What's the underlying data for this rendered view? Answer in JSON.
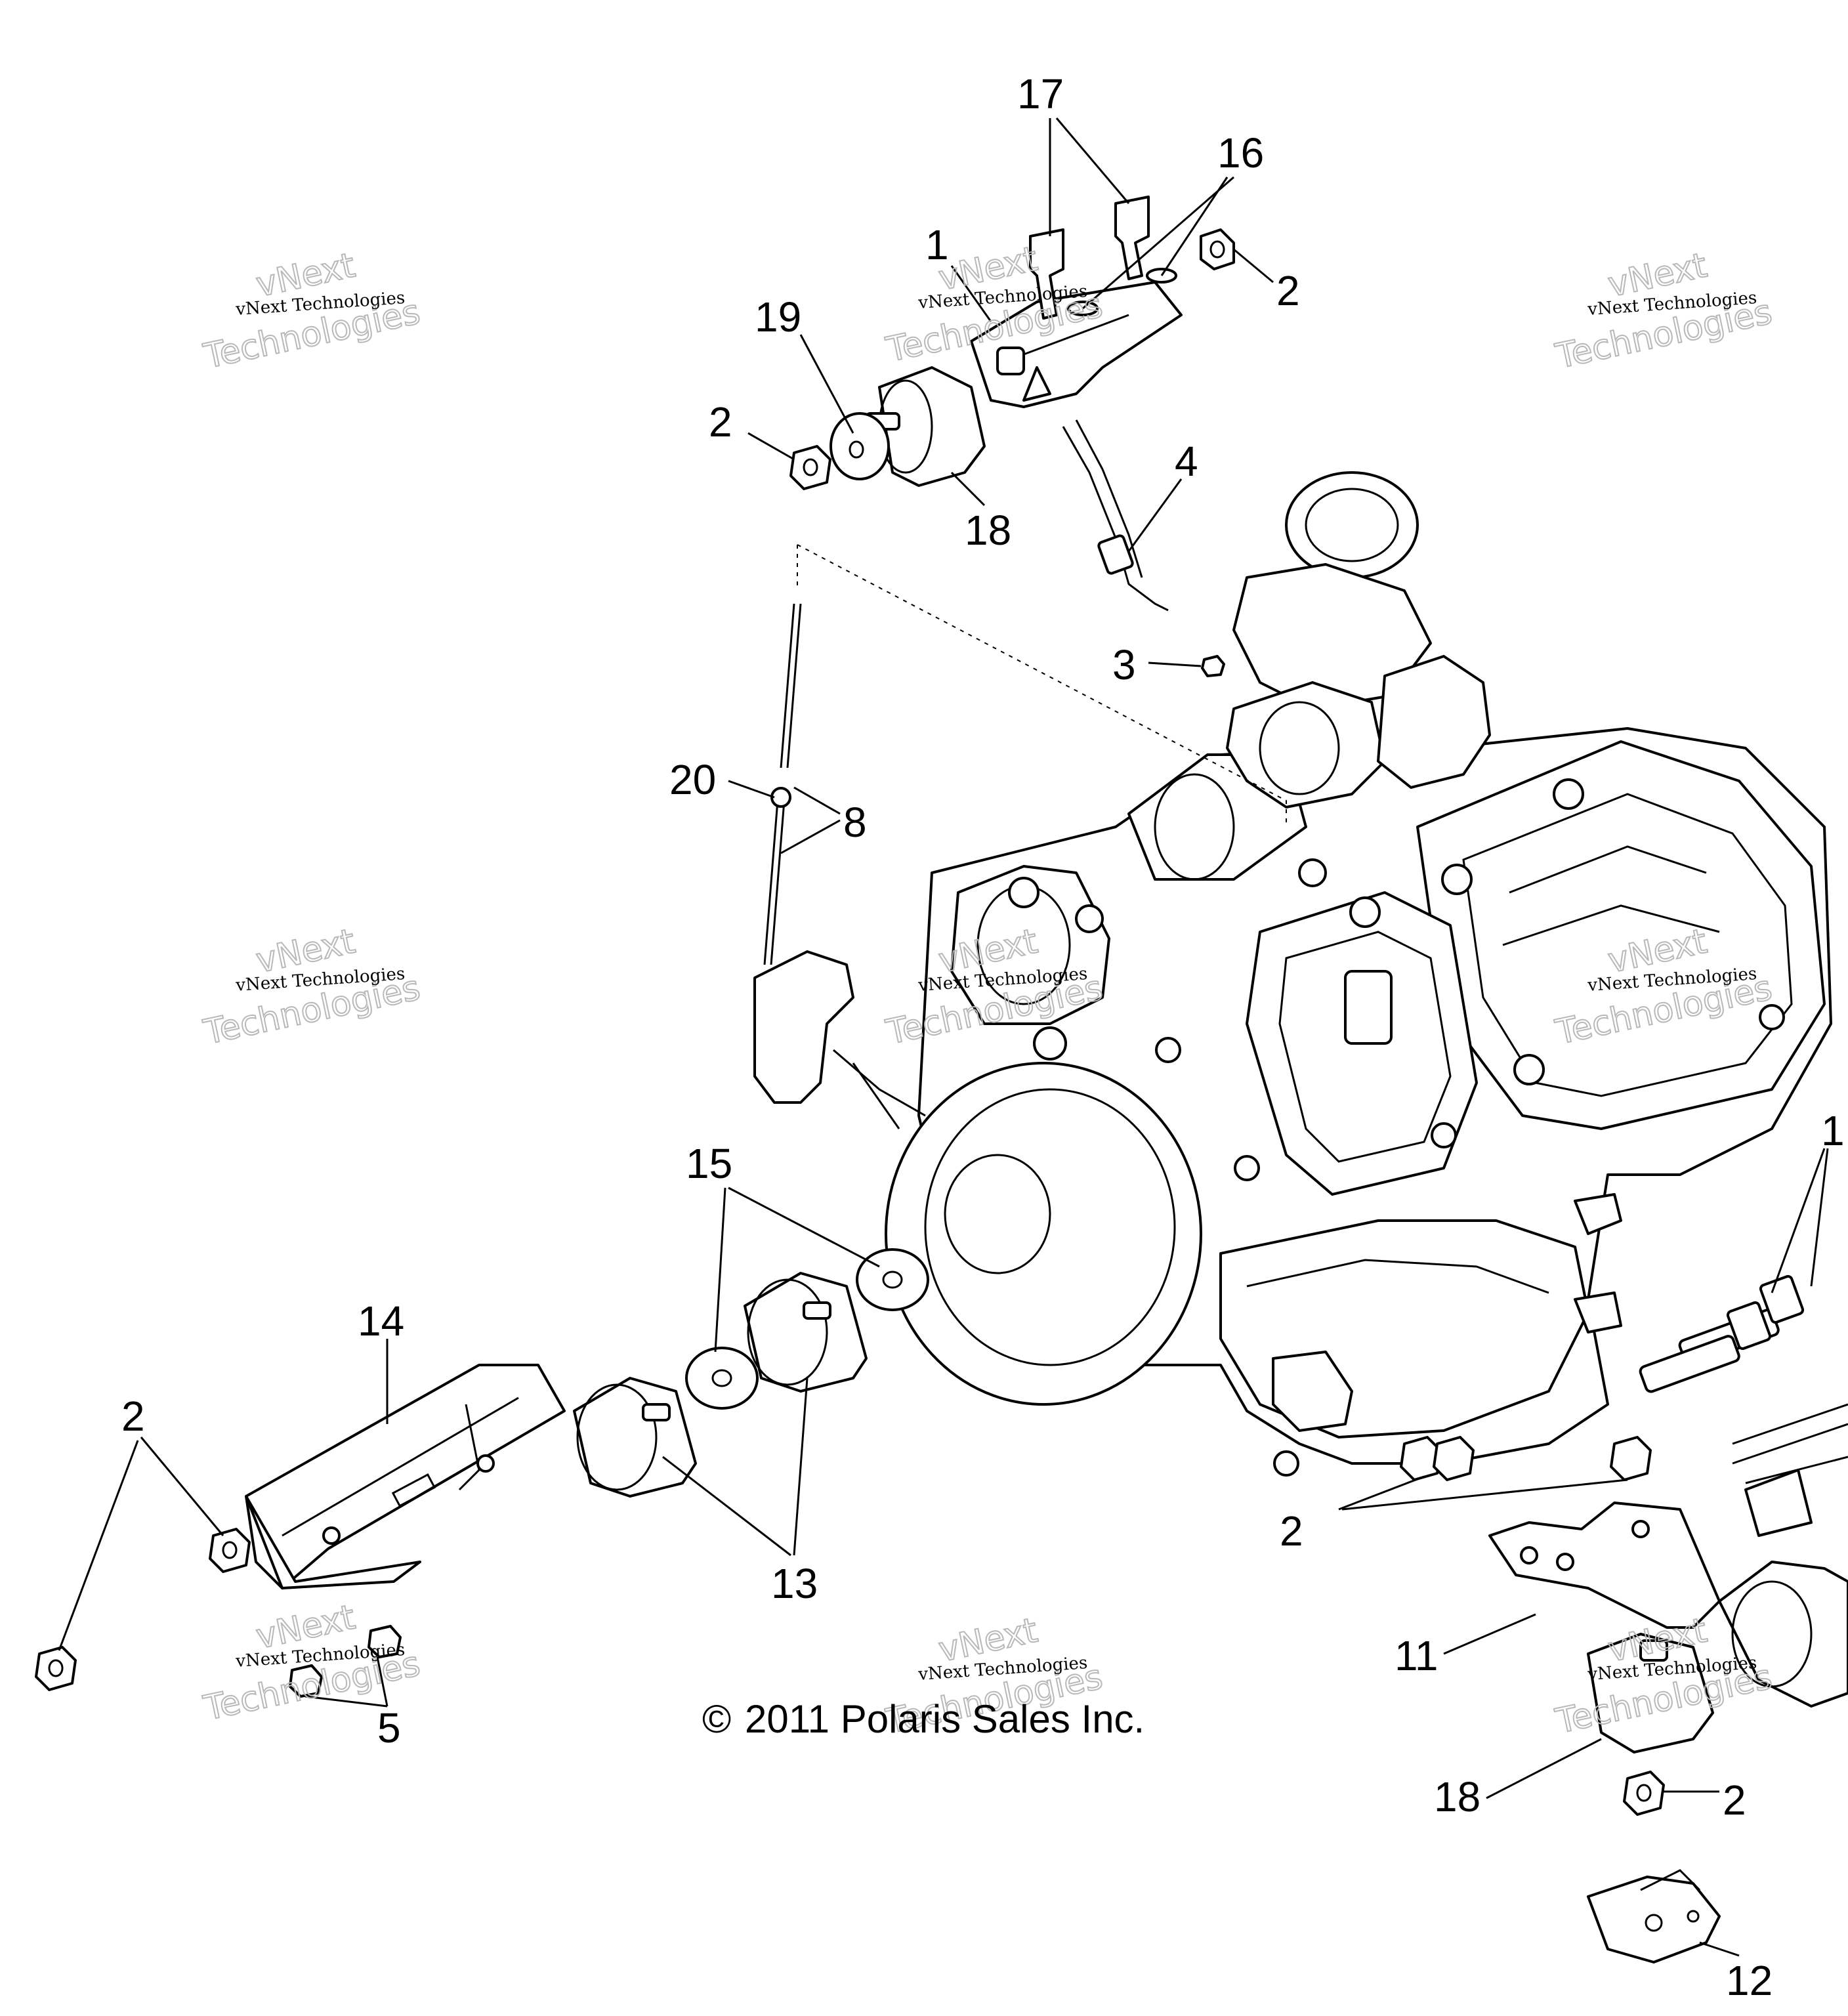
{
  "callouts": [
    {
      "id": "c17",
      "text": "17"
    },
    {
      "id": "c16",
      "text": "16"
    },
    {
      "id": "c1a",
      "text": "1"
    },
    {
      "id": "c2a",
      "text": "2"
    },
    {
      "id": "c19",
      "text": "19"
    },
    {
      "id": "c2b",
      "text": "2"
    },
    {
      "id": "c18a",
      "text": "18"
    },
    {
      "id": "c4",
      "text": "4"
    },
    {
      "id": "c3",
      "text": "3"
    },
    {
      "id": "c20",
      "text": "20"
    },
    {
      "id": "c8",
      "text": "8"
    },
    {
      "id": "c15",
      "text": "15"
    },
    {
      "id": "c14",
      "text": "14"
    },
    {
      "id": "c2c",
      "text": "2"
    },
    {
      "id": "c13",
      "text": "13"
    },
    {
      "id": "c5",
      "text": "5"
    },
    {
      "id": "c1b",
      "text": "1"
    },
    {
      "id": "c2d",
      "text": "2"
    },
    {
      "id": "c11",
      "text": "11"
    },
    {
      "id": "c18b",
      "text": "18"
    },
    {
      "id": "c2e",
      "text": "2"
    },
    {
      "id": "c12",
      "text": "12"
    }
  ],
  "watermark": {
    "line1": "vNext Technologies",
    "line2": "vNext",
    "line3": "Technologies"
  },
  "copyright": "2011 Polaris Sales Inc.",
  "copyright_symbol": "©",
  "colors": {
    "line": "#000000",
    "background": "#ffffff",
    "watermark_outline": "#b8b8b8"
  }
}
